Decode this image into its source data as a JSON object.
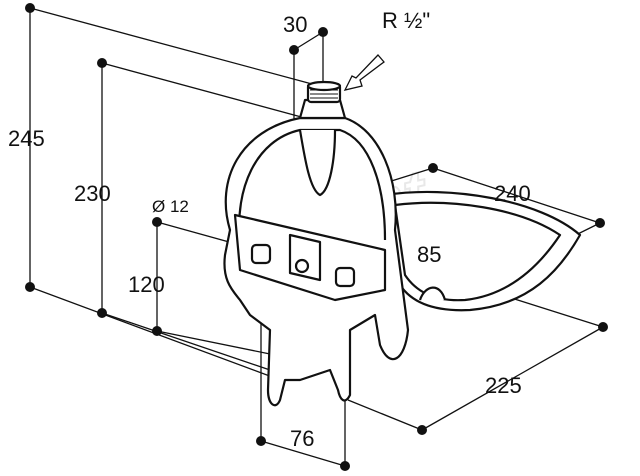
{
  "watermark": "Forat",
  "dimensions": {
    "total_height": "245",
    "height_to_thread": "230",
    "mount_height": "120",
    "hole_diameter": "Ø 12",
    "thread_offset": "30",
    "thread_size": "R ½\"",
    "bowl_width": "240",
    "bowl_depth": "85",
    "depth": "225",
    "hole_spacing": "76"
  }
}
